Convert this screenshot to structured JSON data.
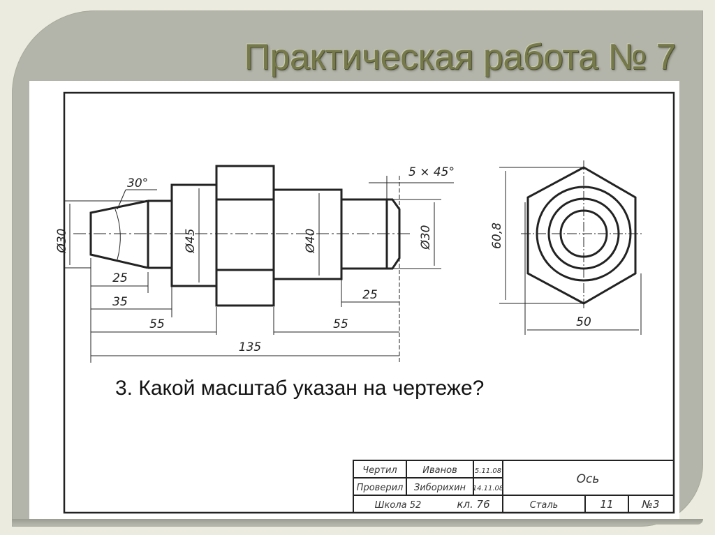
{
  "slide": {
    "title": "Практическая работа № 7",
    "question": "3. Какой масштаб указан на чертеже?",
    "colors": {
      "background": "#ecebe0",
      "panel": "#b4b5aa",
      "title_text": "#767a4b",
      "sheet": "#ffffff",
      "ink": "#222222"
    }
  },
  "drawing": {
    "dimensions": {
      "angle": "30°",
      "chamfer": "5 × 45°",
      "dia_left": "Ø30",
      "dia_collar": "Ø45",
      "dia_mid": "Ø40",
      "dia_right": "Ø30",
      "len_cone": "25",
      "len_35": "35",
      "len_left_55": "55",
      "len_right_25": "25",
      "len_right_55": "55",
      "len_total": "135",
      "hex_height": "60,8",
      "hex_width": "50"
    },
    "title_block": {
      "drew_label": "Чертил",
      "drew_name": "Иванов",
      "drew_date": "5.11.08",
      "checked_label": "Проверил",
      "checked_name": "Зиборихин",
      "checked_date": "14.11.08",
      "school": "Школа 52",
      "class": "кл. 76",
      "part_name": "Ось",
      "material": "Сталь",
      "number": "11",
      "sheet_no": "№3"
    }
  }
}
